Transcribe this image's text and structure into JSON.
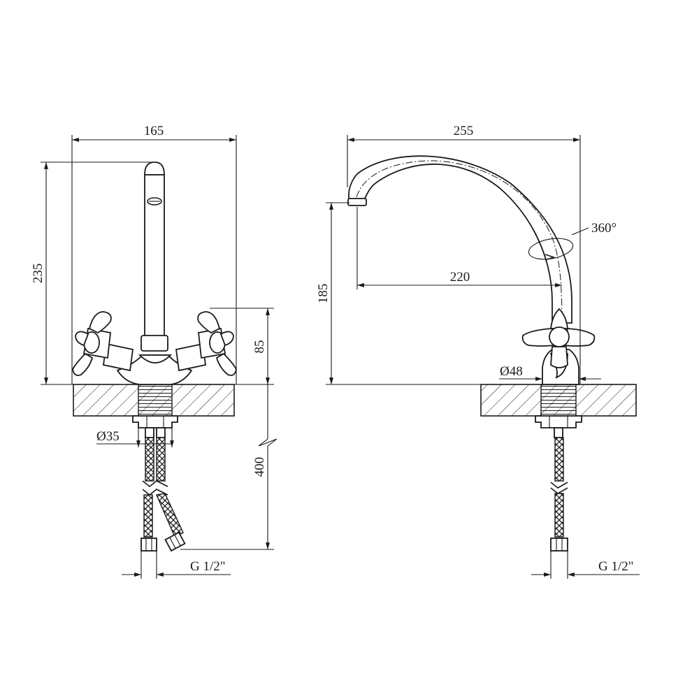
{
  "front_view": {
    "width_label": "165",
    "height_label": "235",
    "handle_height_label": "85",
    "hose_length_label": "400",
    "hole_diameter_label": "Ø35",
    "thread_label": "G 1/2\""
  },
  "side_view": {
    "width_label": "255",
    "spout_height_label": "185",
    "reach_label": "220",
    "rotation_label": "360°",
    "base_diameter_label": "Ø48",
    "thread_label": "G 1/2\""
  }
}
